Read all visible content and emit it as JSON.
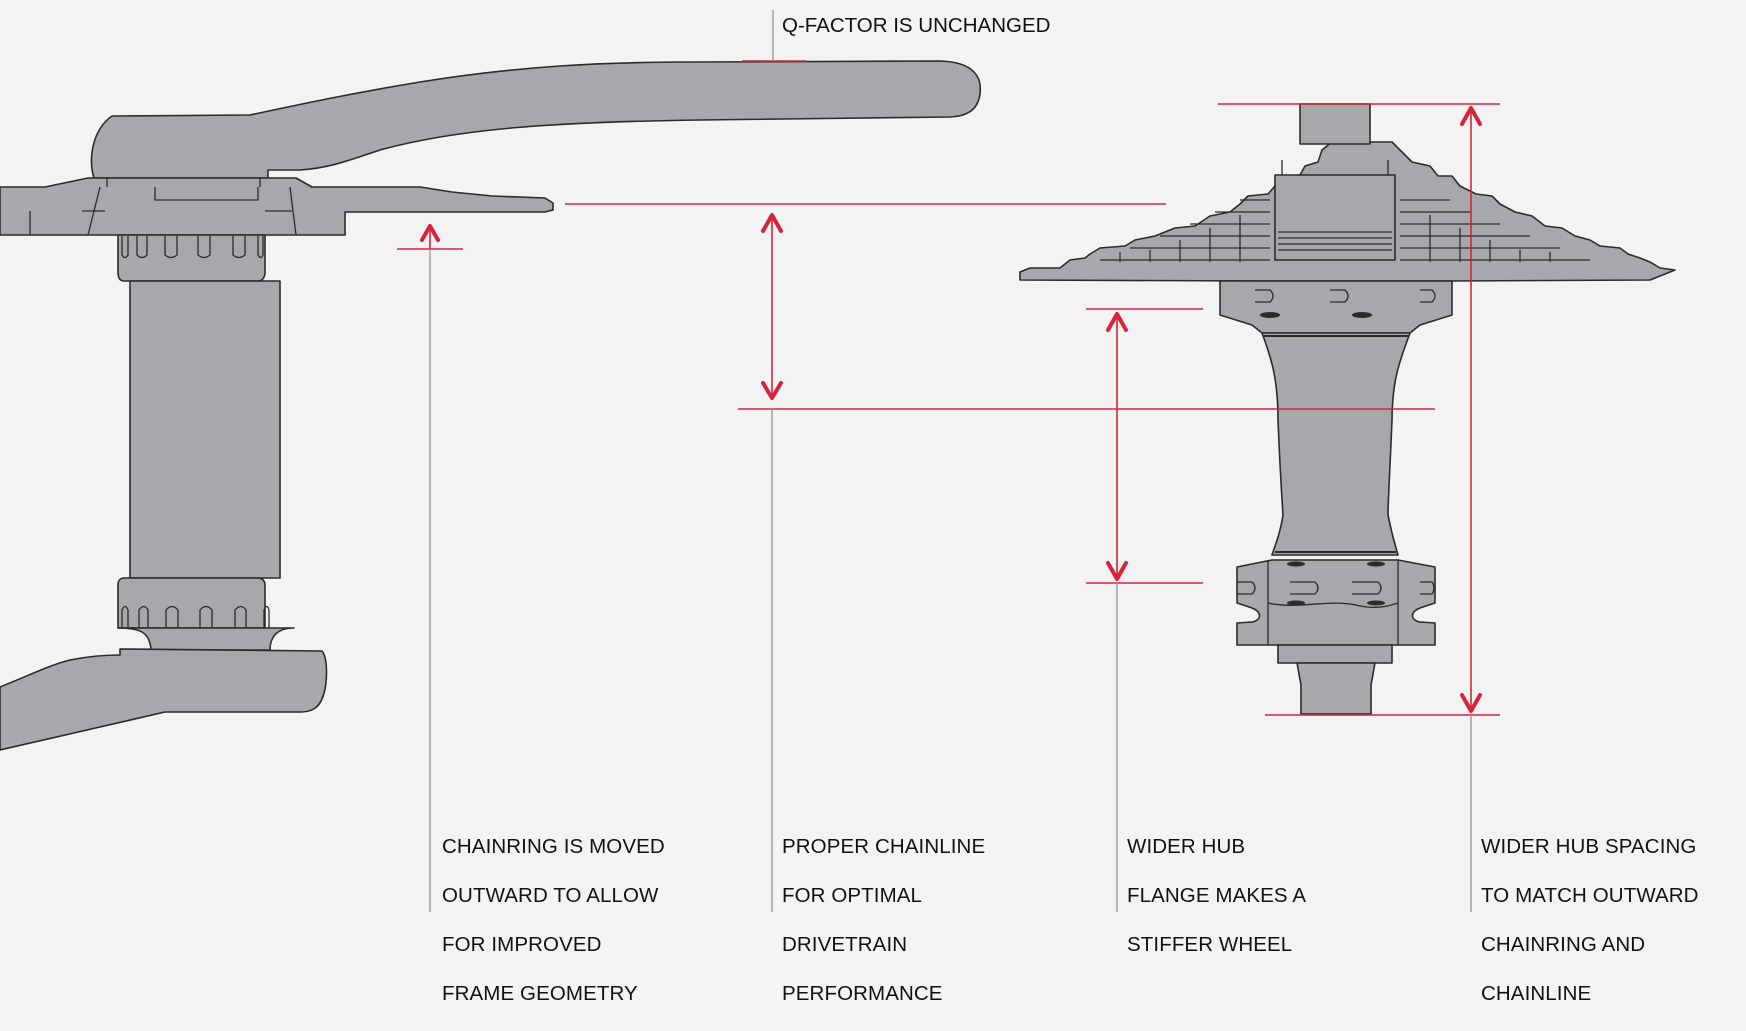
{
  "diagram": {
    "title": "Crankset and rear hub spacing comparison",
    "top_callout": "Q-FACTOR IS UNCHANGED",
    "captions": [
      {
        "id": "chainring",
        "lines": [
          "CHAINRING IS MOVED",
          "OUTWARD TO ALLOW",
          "FOR IMPROVED",
          "FRAME GEOMETRY"
        ]
      },
      {
        "id": "chainline",
        "lines": [
          "PROPER CHAINLINE",
          "FOR OPTIMAL",
          "DRIVETRAIN",
          "PERFORMANCE"
        ]
      },
      {
        "id": "hub-flange",
        "lines": [
          "WIDER HUB",
          "FLANGE MAKES A",
          "STIFFER WHEEL"
        ]
      },
      {
        "id": "hub-spacing",
        "lines": [
          "WIDER HUB SPACING",
          "TO MATCH OUTWARD",
          "CHAINRING AND",
          "CHAINLINE"
        ]
      }
    ],
    "components": [
      "crank-arm-upper",
      "spider-chainring",
      "bottom-bracket-spindle",
      "crank-arm-lower",
      "cassette",
      "rear-hub"
    ],
    "colors": {
      "background": "#f3f3f3",
      "part_fill": "#a7a8ab",
      "outline": "#2b2b2b",
      "dimension_red": "#d6243a",
      "leader_gray": "#9a9a9a",
      "text": "#111111"
    }
  }
}
